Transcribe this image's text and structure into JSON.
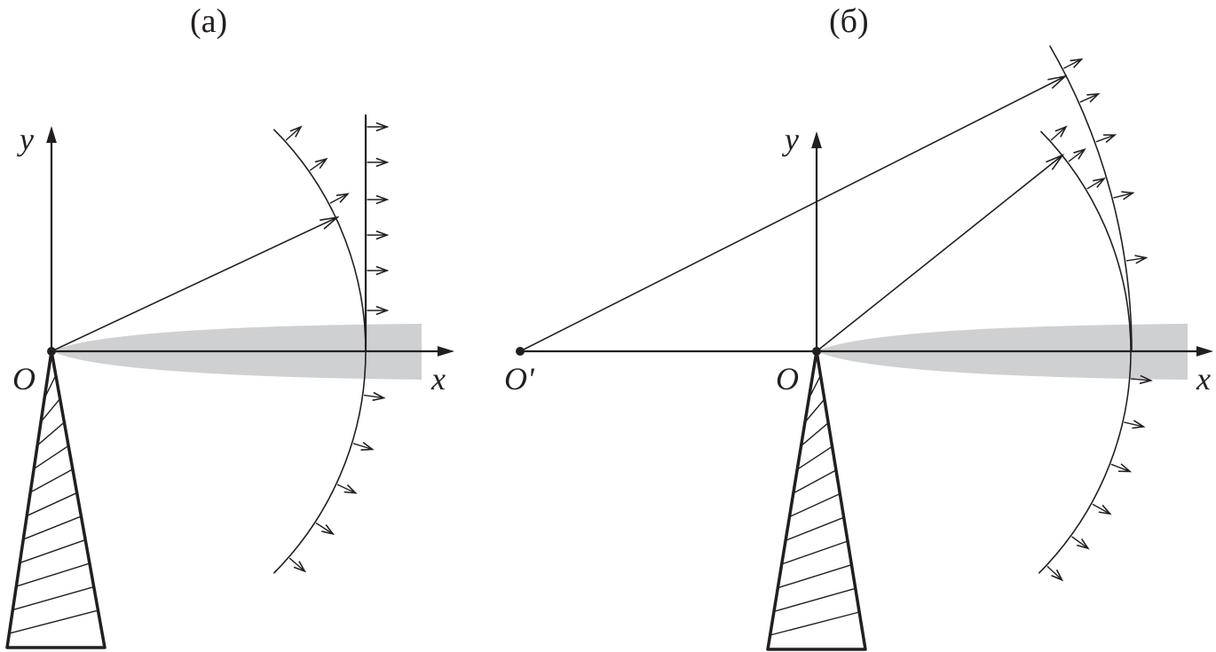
{
  "panel_a": {
    "title": "(a)",
    "y_label": "y",
    "x_label": "x",
    "origin_label": "O"
  },
  "panel_b": {
    "title": "(б)",
    "y_label": "y",
    "x_label": "x",
    "origin_label": "O",
    "second_origin_label": "O'"
  },
  "colors": {
    "ink": "#231f20",
    "shade": "#cfd0d2"
  }
}
